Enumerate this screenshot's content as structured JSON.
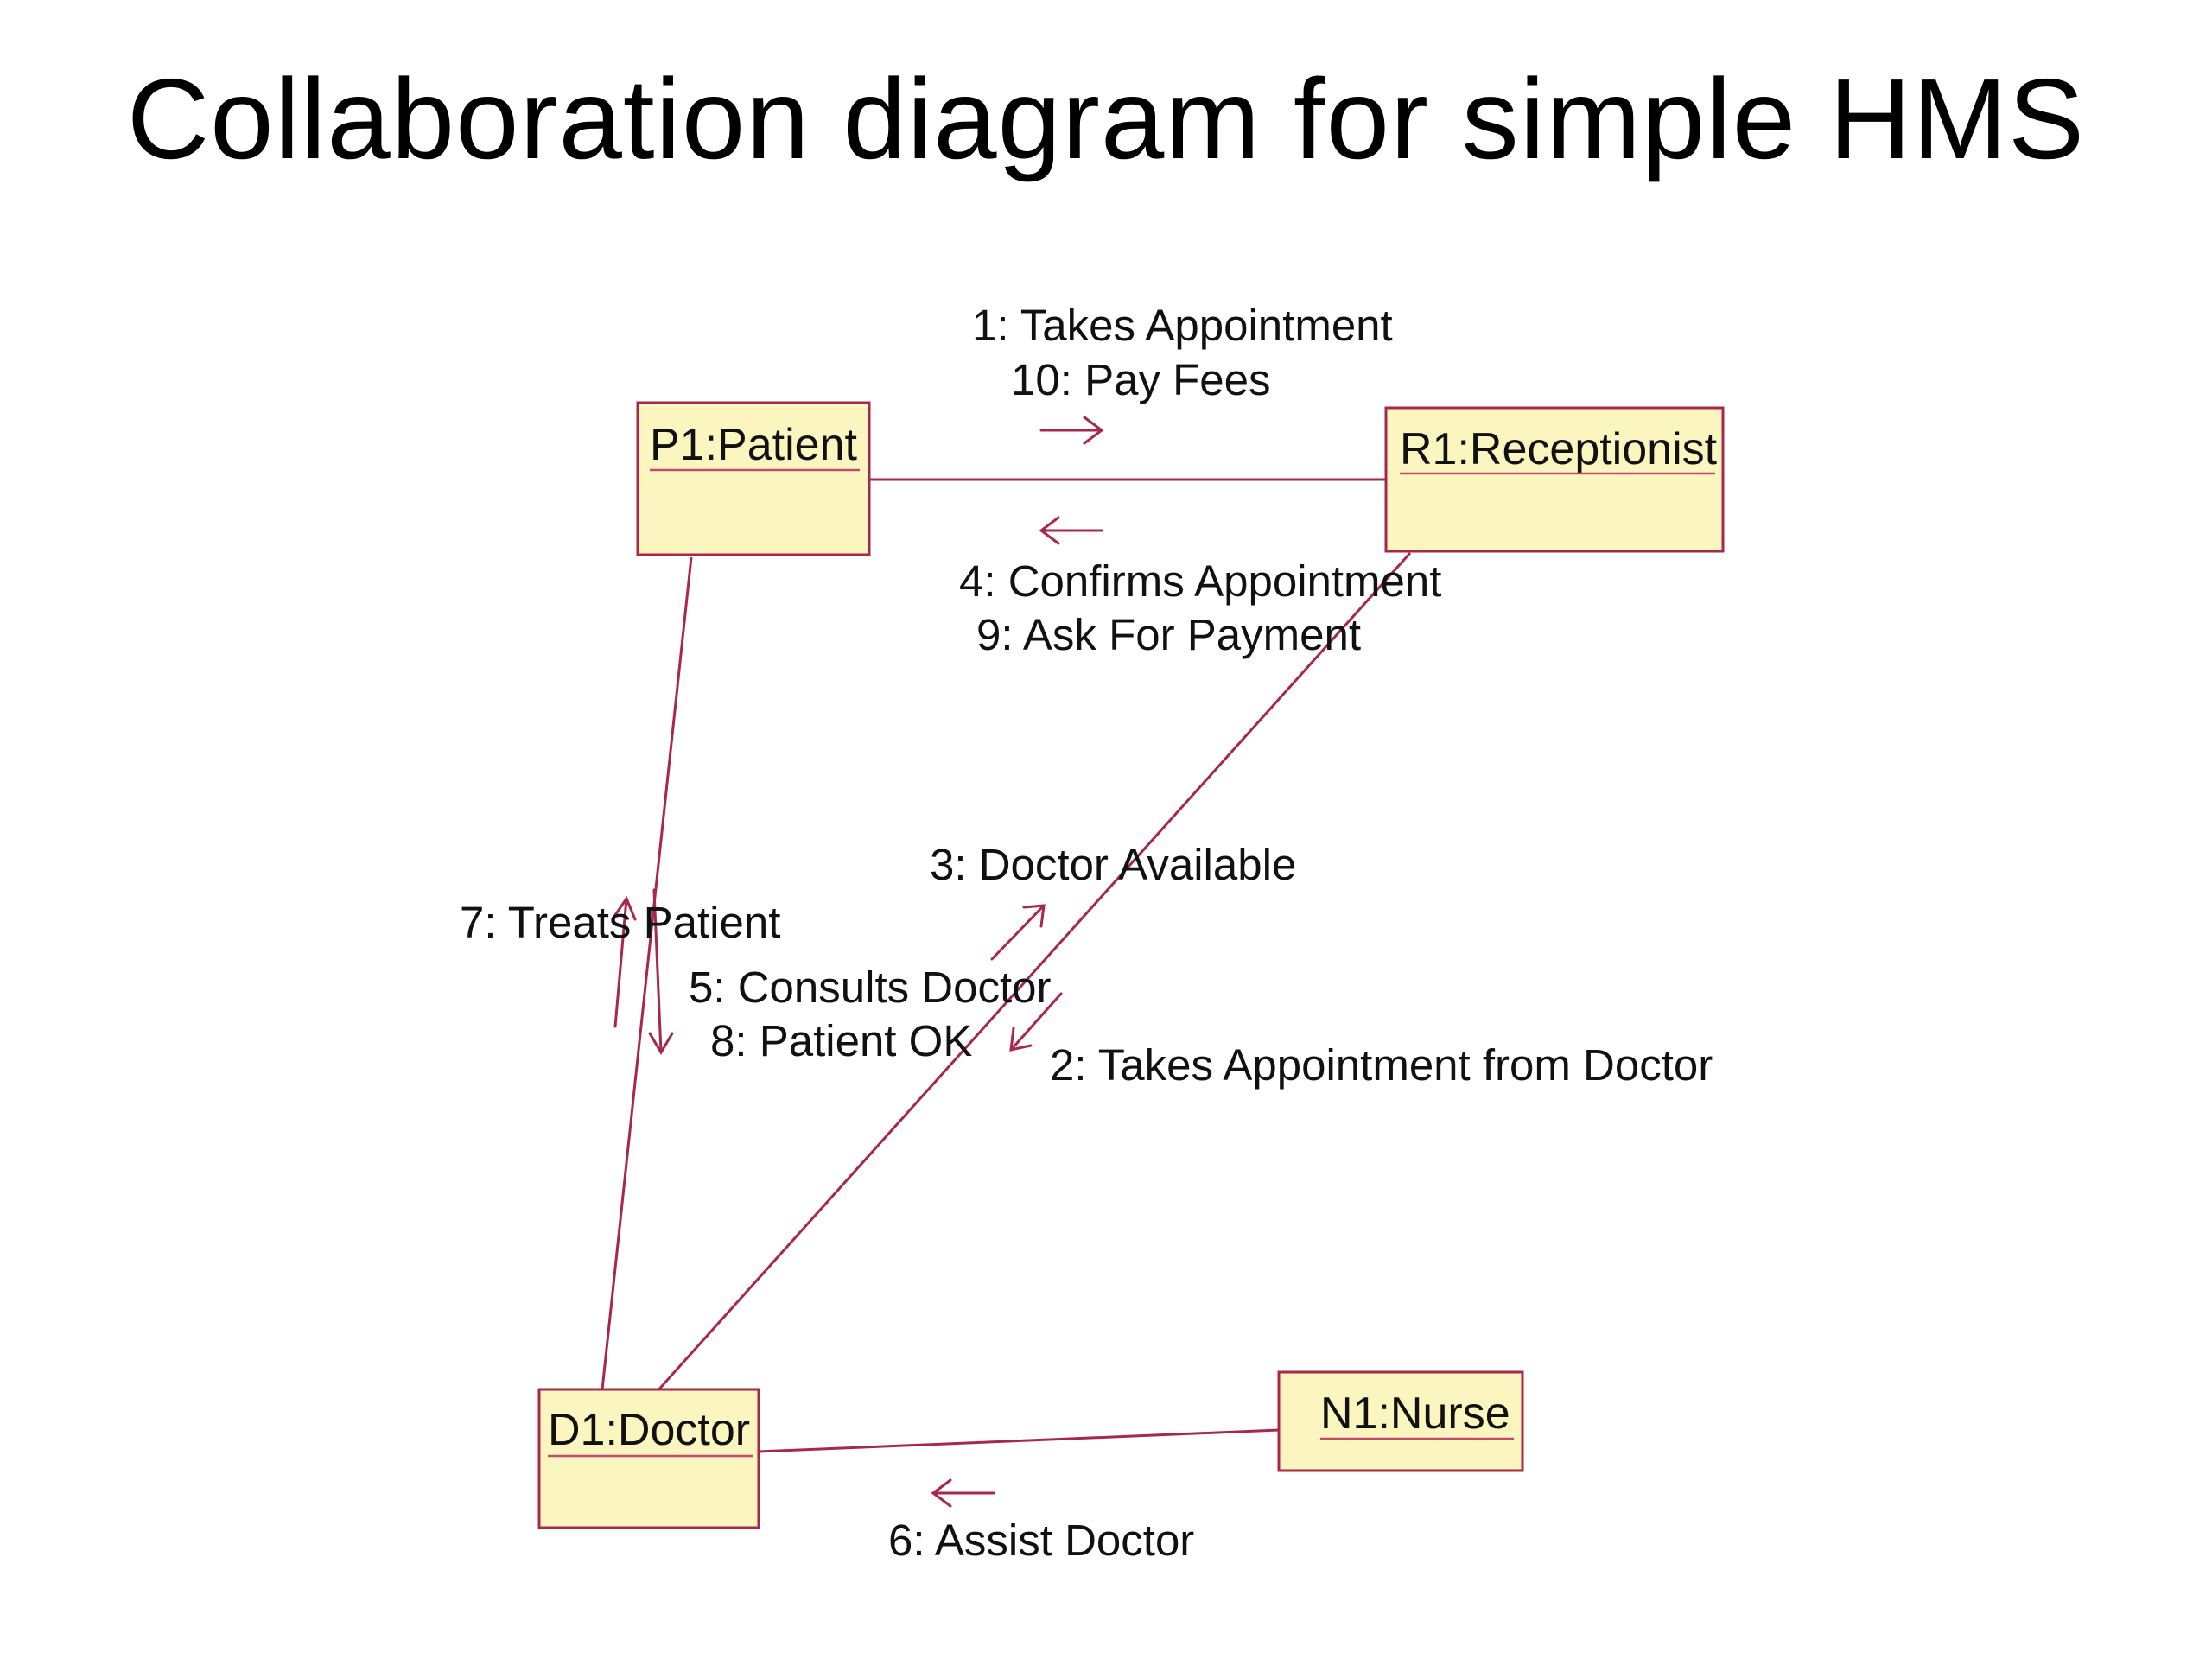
{
  "title": "Collaboration diagram for simple HMS",
  "objects": {
    "patient": "P1:Patient",
    "receptionist": "R1:Receptionist",
    "doctor": "D1:Doctor",
    "nurse": "N1:Nurse"
  },
  "messages": {
    "m1": "1: Takes Appointment",
    "m10": "10: Pay Fees",
    "m4": "4: Confirms Appointment",
    "m9": "9: Ask For Payment",
    "m3": "3: Doctor Available",
    "m2": "2: Takes Appointment from Doctor",
    "m7": "7: Treats Patient",
    "m5": "5: Consults Doctor",
    "m8": "8: Patient OK",
    "m6": "6: Assist Doctor"
  },
  "colors": {
    "box_fill": "#fbf5c0",
    "line": "#a8284c"
  }
}
